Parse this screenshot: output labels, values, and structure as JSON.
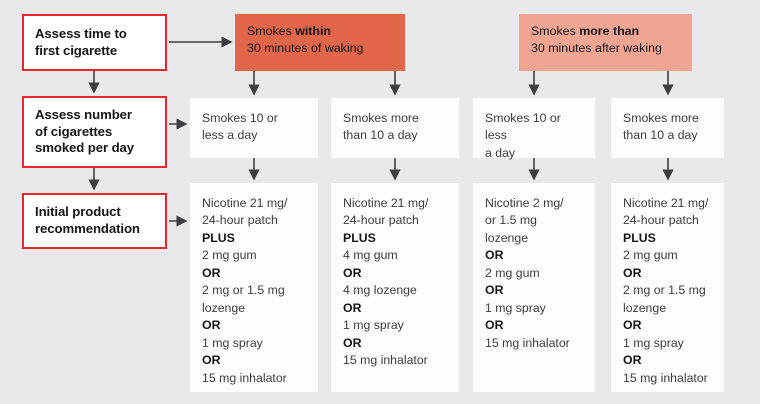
{
  "theme": {
    "background": "#e9e9eb",
    "label_border": "#e8262d",
    "header_dark": "#e2664a",
    "header_light": "#f2a593",
    "box_fill": "#fdfdfd",
    "arrow": "#3d3d42"
  },
  "left_labels": [
    {
      "id": "assess-time",
      "text": "Assess time to\nfirst cigarette"
    },
    {
      "id": "assess-number",
      "text": "Assess number\nof cigarettes\nsmoked per day"
    },
    {
      "id": "initial-prod",
      "text": "Initial product\nrecommendation"
    }
  ],
  "headers": [
    {
      "id": "within",
      "line1_plain": "Smokes ",
      "line1_bold": "within",
      "line2": "30 minutes of waking",
      "color": "#e2664a"
    },
    {
      "id": "morethan",
      "line1_plain": "Smokes ",
      "line1_bold": "more than",
      "line2": "30 minutes after waking",
      "color": "#f2a593"
    }
  ],
  "columns": [
    {
      "id": "col1",
      "quantity": "Smokes 10 or\nless a day",
      "recommendation": [
        {
          "text": "Nicotine 21 mg/",
          "bold": false
        },
        {
          "text": "24-hour patch",
          "bold": false
        },
        {
          "text": "PLUS",
          "bold": true
        },
        {
          "text": "2 mg gum",
          "bold": false
        },
        {
          "text": "OR",
          "bold": true
        },
        {
          "text": "2 mg or 1.5 mg",
          "bold": false
        },
        {
          "text": "lozenge",
          "bold": false
        },
        {
          "text": "OR",
          "bold": true
        },
        {
          "text": "1 mg spray",
          "bold": false
        },
        {
          "text": "OR",
          "bold": true
        },
        {
          "text": "15 mg inhalator",
          "bold": false
        }
      ]
    },
    {
      "id": "col2",
      "quantity": "Smokes more\nthan 10 a day",
      "recommendation": [
        {
          "text": "Nicotine 21 mg/",
          "bold": false
        },
        {
          "text": "24-hour patch",
          "bold": false
        },
        {
          "text": "PLUS",
          "bold": true
        },
        {
          "text": "4 mg gum",
          "bold": false
        },
        {
          "text": "OR",
          "bold": true
        },
        {
          "text": "4 mg lozenge",
          "bold": false
        },
        {
          "text": "OR",
          "bold": true
        },
        {
          "text": "1 mg spray",
          "bold": false
        },
        {
          "text": "OR",
          "bold": true
        },
        {
          "text": "15 mg inhalator",
          "bold": false
        }
      ]
    },
    {
      "id": "col3",
      "quantity": "Smokes 10 or less\na day",
      "recommendation": [
        {
          "text": "Nicotine 2 mg/",
          "bold": false
        },
        {
          "text": "or 1.5 mg",
          "bold": false
        },
        {
          "text": "lozenge",
          "bold": false
        },
        {
          "text": "OR",
          "bold": true
        },
        {
          "text": "2 mg gum",
          "bold": false
        },
        {
          "text": "OR",
          "bold": true
        },
        {
          "text": "1 mg spray",
          "bold": false
        },
        {
          "text": "OR",
          "bold": true
        },
        {
          "text": "15 mg inhalator",
          "bold": false
        }
      ]
    },
    {
      "id": "col4",
      "quantity": "Smokes more\nthan 10 a day",
      "recommendation": [
        {
          "text": "Nicotine 21 mg/",
          "bold": false
        },
        {
          "text": "24-hour patch",
          "bold": false
        },
        {
          "text": "PLUS",
          "bold": true
        },
        {
          "text": "2 mg gum",
          "bold": false
        },
        {
          "text": "OR",
          "bold": true
        },
        {
          "text": "2 mg or 1.5 mg",
          "bold": false
        },
        {
          "text": "lozenge",
          "bold": false
        },
        {
          "text": "OR",
          "bold": true
        },
        {
          "text": "1 mg spray",
          "bold": false
        },
        {
          "text": "OR",
          "bold": true
        },
        {
          "text": "15 mg inhalator",
          "bold": false
        }
      ]
    }
  ]
}
